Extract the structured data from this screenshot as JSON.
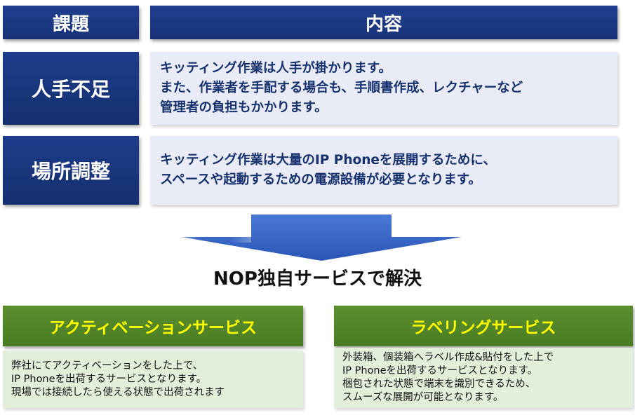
{
  "header": {
    "issue": "課題",
    "content": "内容"
  },
  "rows": [
    {
      "label": "人手不足",
      "lines": [
        "キッティング作業は人手が掛かります。",
        "また、作業者を手配する場合も、手順書作成、レクチャーなど",
        "管理者の負担もかかります。"
      ]
    },
    {
      "label": "場所調整",
      "lines": [
        "キッティング作業は大量のIP Phoneを展開するために、",
        "スペースや起動するための電源設備が必要となります。"
      ]
    }
  ],
  "solution": {
    "text": "NOP独自サービスで解決"
  },
  "services": [
    {
      "title": "アクティベーションサービス",
      "lines": [
        "弊社にてアクティベーションをした上で、",
        "IP Phoneを出荷するサービスとなります。",
        "現場では接続したら使える状態で出荷されます"
      ]
    },
    {
      "title": "ラベリングサービス",
      "lines": [
        "外装箱、個装箱へラベル作成&貼付をした上で",
        "IP Phoneを出荷するサービスとなります。",
        "梱包された状態で端末を識別できるため、",
        "スムーズな展開が可能となります。"
      ]
    }
  ],
  "colors": {
    "navy": "#1f3f8f",
    "green": "#4a7c24",
    "yellow": "#ffff00",
    "light_blue": "#e9ecf6",
    "light_green": "#e3efda"
  }
}
